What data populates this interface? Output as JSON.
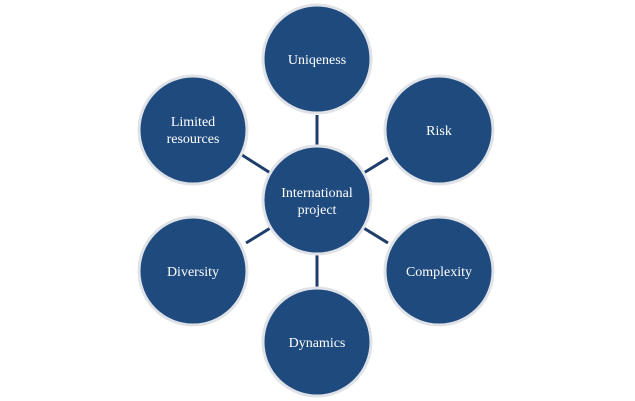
{
  "diagram": {
    "center": {
      "line1": "International",
      "line2": "project"
    },
    "nodes": {
      "top": "Uniqeness",
      "top_right": "Risk",
      "bottom_right": "Complexity",
      "bottom": "Dynamics",
      "bottom_left": "Diversity",
      "top_left_line1": "Limited",
      "top_left_line2": "resources"
    },
    "colors": {
      "node_fill": "#1f4a7e",
      "node_border": "#dfe3e8",
      "connector": "#1f3d6a",
      "label_text": "#ffffff"
    }
  }
}
